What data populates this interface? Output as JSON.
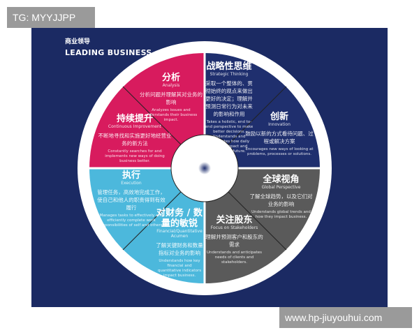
{
  "watermarks": {
    "top_left": "TG: MYYJJPP",
    "bottom_right": "www.hp-jiuyouhui.com"
  },
  "title": {
    "zh": "商业领导",
    "en": "LEADING BUSINESS"
  },
  "colors": {
    "background": "#1b2a63",
    "pink": "#d81b5e",
    "navy": "#1f2f6e",
    "light_blue": "#4cb8dc",
    "gray": "#5a5a5a",
    "ring": "#ffffff"
  },
  "segments": [
    {
      "id": "analysis",
      "zh_title": "分析",
      "en_title": "Analysis",
      "zh_desc": "分析问题并理解其对业务的影响",
      "en_desc": "Analyzes issues and understands their business impact."
    },
    {
      "id": "continuous-improvement",
      "zh_title": "持续提升",
      "en_title": "Continuous Improvement",
      "zh_desc": "不断地寻找和实施更好地经营业务的新方法",
      "en_desc": "Constantly searches for and implements new ways of doing business better."
    },
    {
      "id": "strategic-thinking",
      "zh_title": "战略性思维",
      "en_title": "Strategic Thinking",
      "zh_desc": "采取一个整体的、贯彻始终的观点来做出更好的决定；理解并预测日常行为对未来的影响和作用",
      "en_desc": "Takes a holistic, end to-end perspective to make better decisions. Understands and anticipates how daily actions impact and shape the future."
    },
    {
      "id": "innovation",
      "zh_title": "创新",
      "en_title": "Innovation",
      "zh_desc": "鼓励以新的方式看待问题、过程或解决方案",
      "en_desc": "Encourages new ways of looking at problems, processes or solutions."
    },
    {
      "id": "execution",
      "zh_title": "执行",
      "en_title": "Execution",
      "zh_desc": "管理任务，高效地完成工作，使自己和他人的职责得到有效履行",
      "en_desc": "Manages tasks to effectively and efficiently complete work responsibilities of self and others."
    },
    {
      "id": "financial-acumen",
      "zh_title": "对财务 / 数量的敏锐",
      "en_title": "Financial/Quantitative Acumen",
      "zh_desc": "了解关键财务和数量指标对业务的影响",
      "en_desc": "Understands how key financial and quantitative indicators impact business."
    },
    {
      "id": "global-perspective",
      "zh_title": "全球视角",
      "en_title": "Global Perspective",
      "zh_desc": "了解全球趋势，以及它们对业务的影响",
      "en_desc": "Understands global trends and how they impact business."
    },
    {
      "id": "stakeholders",
      "zh_title": "关注股东",
      "en_title": "Focus on Stakeholders",
      "zh_desc": "理解并预测客户和股东的需求",
      "en_desc": "Understands and anticipates needs of clients and stakeholders."
    }
  ]
}
